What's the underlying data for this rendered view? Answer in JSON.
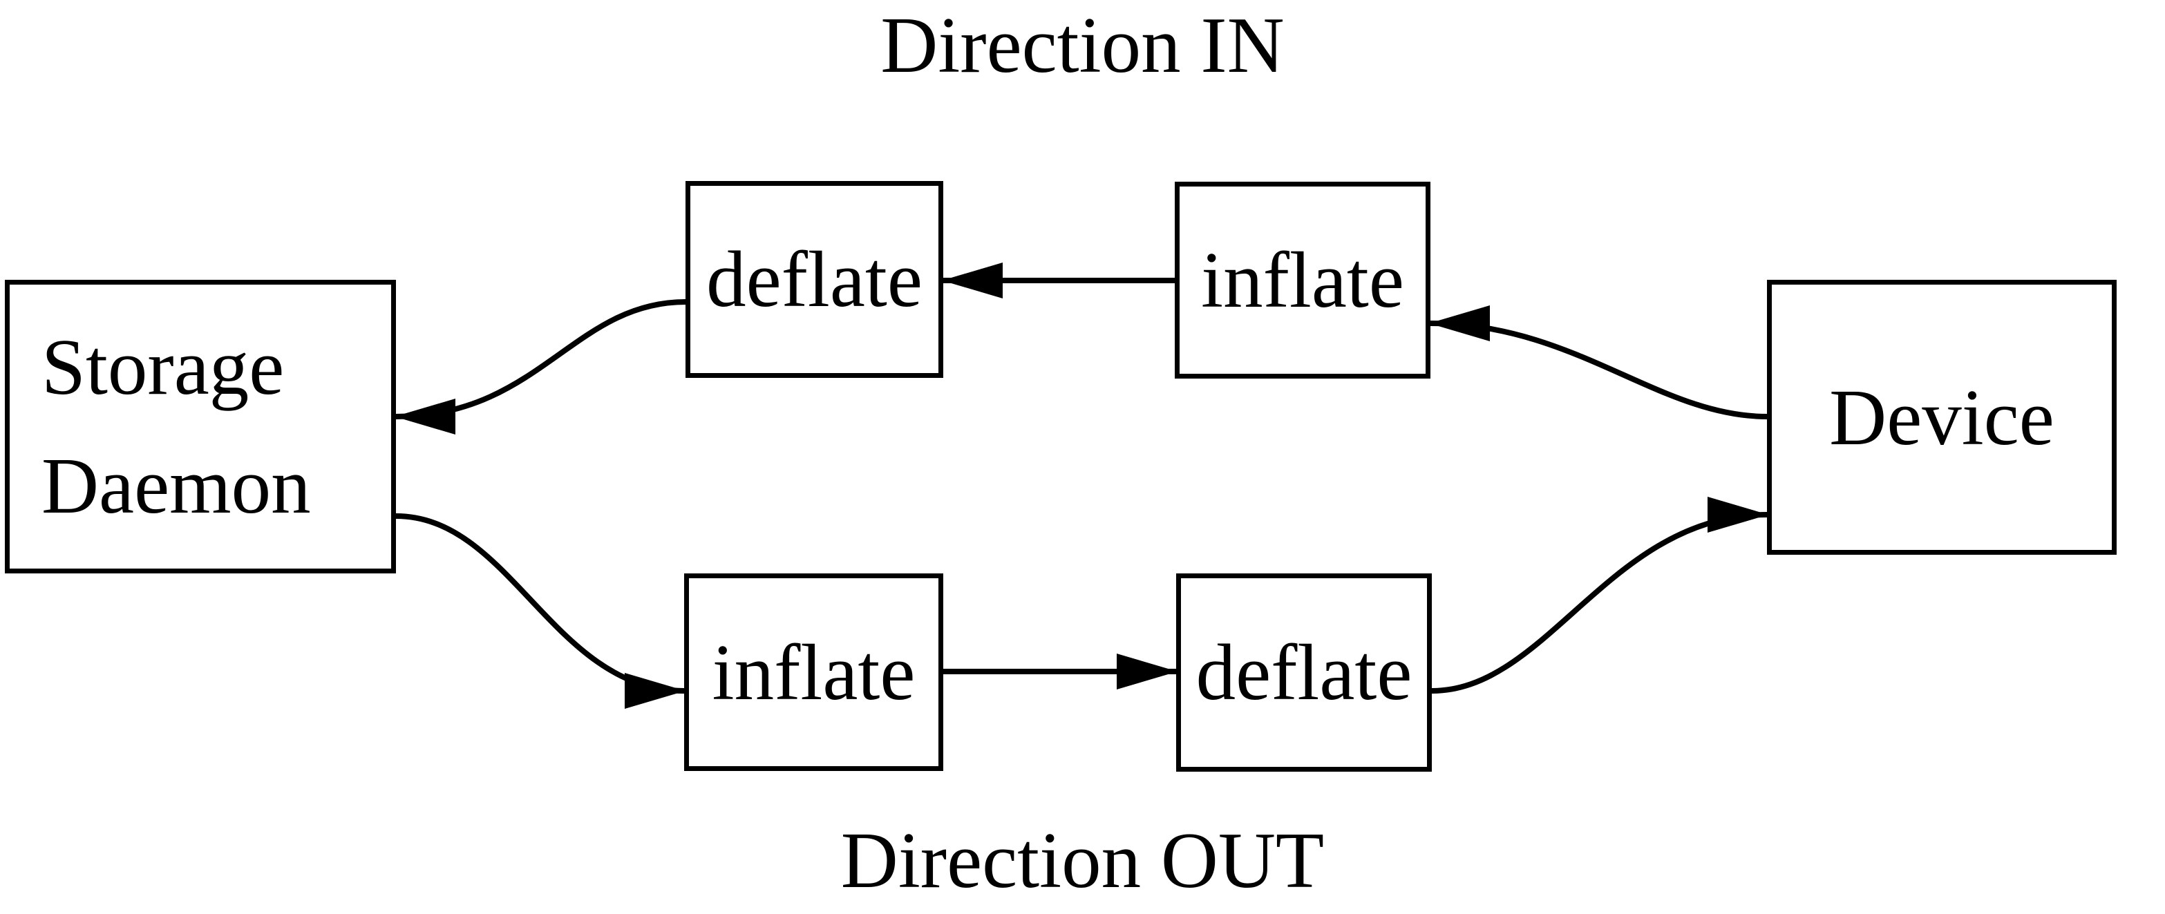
{
  "diagram": {
    "title_in": "Direction IN",
    "title_out": "Direction OUT",
    "nodes": {
      "storage_daemon": {
        "line1": "Storage",
        "line2": "Daemon"
      },
      "deflate_in": {
        "label": "deflate"
      },
      "inflate_in": {
        "label": "inflate"
      },
      "inflate_out": {
        "label": "inflate"
      },
      "deflate_out": {
        "label": "deflate"
      },
      "device": {
        "label": "Device"
      }
    },
    "edges": [
      {
        "from": "inflate_in",
        "to": "deflate_in",
        "group": "Direction IN"
      },
      {
        "from": "device",
        "to": "inflate_in",
        "group": "Direction IN"
      },
      {
        "from": "deflate_in",
        "to": "storage_daemon",
        "group": "Direction IN"
      },
      {
        "from": "storage_daemon",
        "to": "inflate_out",
        "group": "Direction OUT"
      },
      {
        "from": "inflate_out",
        "to": "deflate_out",
        "group": "Direction OUT"
      },
      {
        "from": "deflate_out",
        "to": "device",
        "group": "Direction OUT"
      }
    ],
    "colors": {
      "line": "#000000",
      "text": "#000000",
      "background": "#ffffff"
    }
  }
}
